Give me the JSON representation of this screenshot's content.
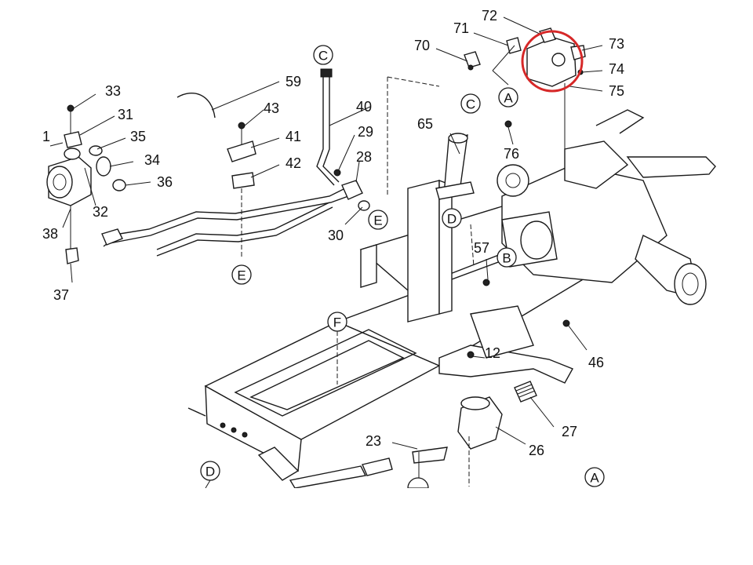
{
  "diagram": {
    "callouts": [
      "1",
      "12",
      "23",
      "26",
      "27",
      "28",
      "29",
      "30",
      "31",
      "32",
      "33",
      "34",
      "35",
      "36",
      "37",
      "38",
      "40",
      "41",
      "42",
      "43",
      "46",
      "57",
      "59",
      "65",
      "70",
      "71",
      "72",
      "73",
      "74",
      "75",
      "76"
    ],
    "reference_markers": [
      "A",
      "B",
      "C",
      "D",
      "E",
      "F"
    ],
    "highlight": {
      "color": "#d62828",
      "shape": "circle",
      "target": "valve-assembly-73-75"
    }
  }
}
